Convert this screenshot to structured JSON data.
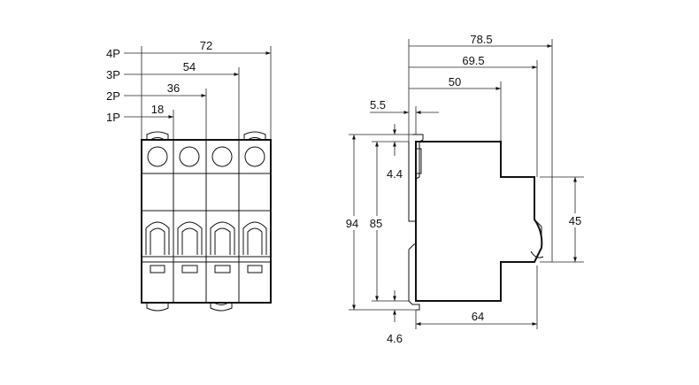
{
  "front_view": {
    "pole_labels": [
      "4P",
      "3P",
      "2P",
      "1P"
    ],
    "pole_widths": [
      "72",
      "54",
      "36",
      "18"
    ]
  },
  "side_view": {
    "dim_total_depth": "78.5",
    "dim_depth_2": "69.5",
    "dim_depth_3": "50",
    "dim_rail_offset": "5.5",
    "dim_clip_top": "4.4",
    "dim_total_height": "94",
    "dim_body_height": "85",
    "dim_front_height": "45",
    "dim_bottom_depth": "64",
    "dim_clip_bottom": "4.6"
  }
}
